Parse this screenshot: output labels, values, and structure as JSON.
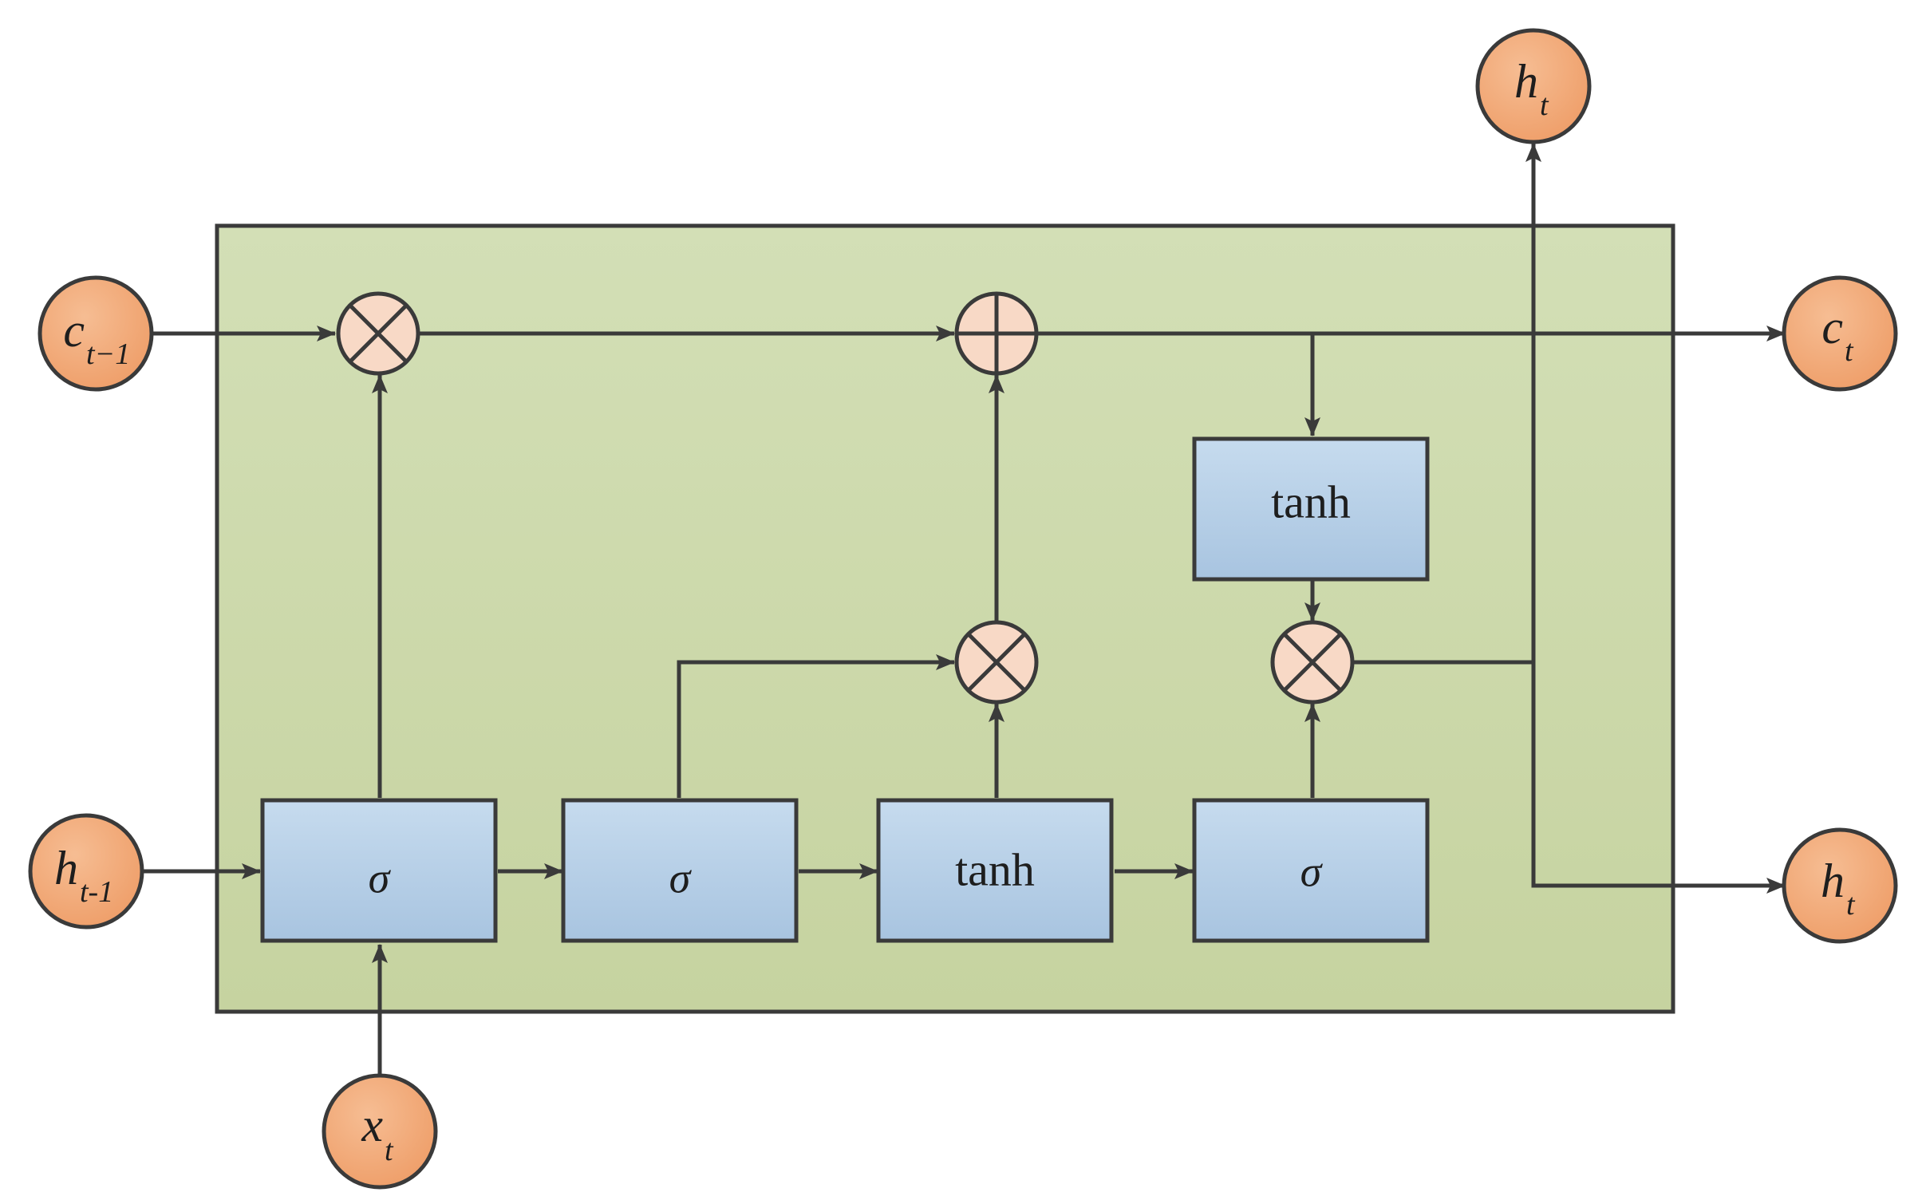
{
  "colors": {
    "cell_fill_top": "#d3dfb6",
    "cell_fill_bottom": "#c6d3a0",
    "gate_fill_top": "#c6dbee",
    "gate_fill_bottom": "#a8c4e0",
    "terminal_fill": "#f1a877",
    "operator_fill": "#f8d9c6",
    "line": "#3a3a3a"
  },
  "terminals": {
    "c_prev": {
      "base": "c",
      "sub": "t−1"
    },
    "h_prev": {
      "base": "h",
      "sub": "t-1"
    },
    "x_in": {
      "base": "x",
      "sub": "t"
    },
    "c_out": {
      "base": "c",
      "sub": "t"
    },
    "h_out_right": {
      "base": "h",
      "sub": "t"
    },
    "h_out_top": {
      "base": "h",
      "sub": "t"
    }
  },
  "gates": {
    "forget": "σ",
    "input": "σ",
    "candidate": "tanh",
    "output": "σ",
    "cell_tanh": "tanh"
  },
  "operators": {
    "forget_mul": "multiply",
    "cell_add": "add",
    "input_mul": "multiply",
    "output_mul": "multiply"
  }
}
